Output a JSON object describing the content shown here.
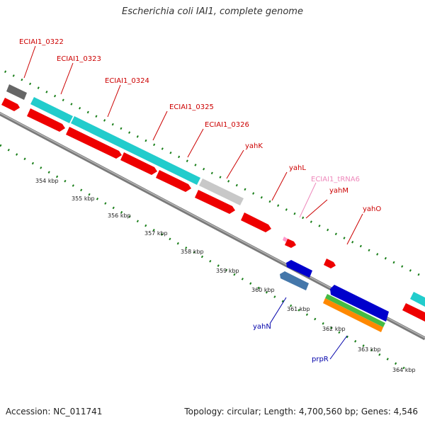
{
  "title": "Escherichia coli IAI1, complete genome",
  "footer": {
    "accession": "Accession: NC_011741",
    "topology": "Topology: circular; Length: 4,700,560 bp; Genes: 4,546"
  },
  "colors": {
    "label_forward": "#cc0000",
    "label_reverse": "#0000aa",
    "label_trna": "#ee88bb",
    "backbone": "#808080",
    "tick_green": "#1a7f1a"
  },
  "gene_labels": [
    {
      "text": "ECIAI1_0322",
      "color": "#cc0000"
    },
    {
      "text": "ECIAI1_0323",
      "color": "#cc0000"
    },
    {
      "text": "ECIAI1_0324",
      "color": "#cc0000"
    },
    {
      "text": "ECIAI1_0325",
      "color": "#cc0000"
    },
    {
      "text": "ECIAI1_0326",
      "color": "#cc0000"
    },
    {
      "text": "yahK",
      "color": "#cc0000"
    },
    {
      "text": "yahL",
      "color": "#cc0000"
    },
    {
      "text": "ECIAI1_tRNA6",
      "color": "#ee88bb"
    },
    {
      "text": "yahM",
      "color": "#cc0000"
    },
    {
      "text": "yahO",
      "color": "#cc0000"
    },
    {
      "text": "yahN",
      "color": "#0000aa"
    },
    {
      "text": "prpR",
      "color": "#0000aa"
    }
  ],
  "kbp_ticks": [
    "354 kbp",
    "355 kbp",
    "356 kbp",
    "357 kbp",
    "358 kbp",
    "359 kbp",
    "360 kbp",
    "361 kbp",
    "362 kbp",
    "363 kbp",
    "364 kbp"
  ],
  "feature_colors": {
    "forward_cds": "#ee0000",
    "reverse_cds": "#0000cc",
    "reverse_cds_light": "#4477aa",
    "cog_cyan": "#22cccc",
    "cog_grey": "#c8c8c8",
    "cog_darkgrey": "#666666",
    "cog_green": "#44bb44",
    "cog_orange": "#ff8800",
    "trna": "#ff99cc"
  }
}
